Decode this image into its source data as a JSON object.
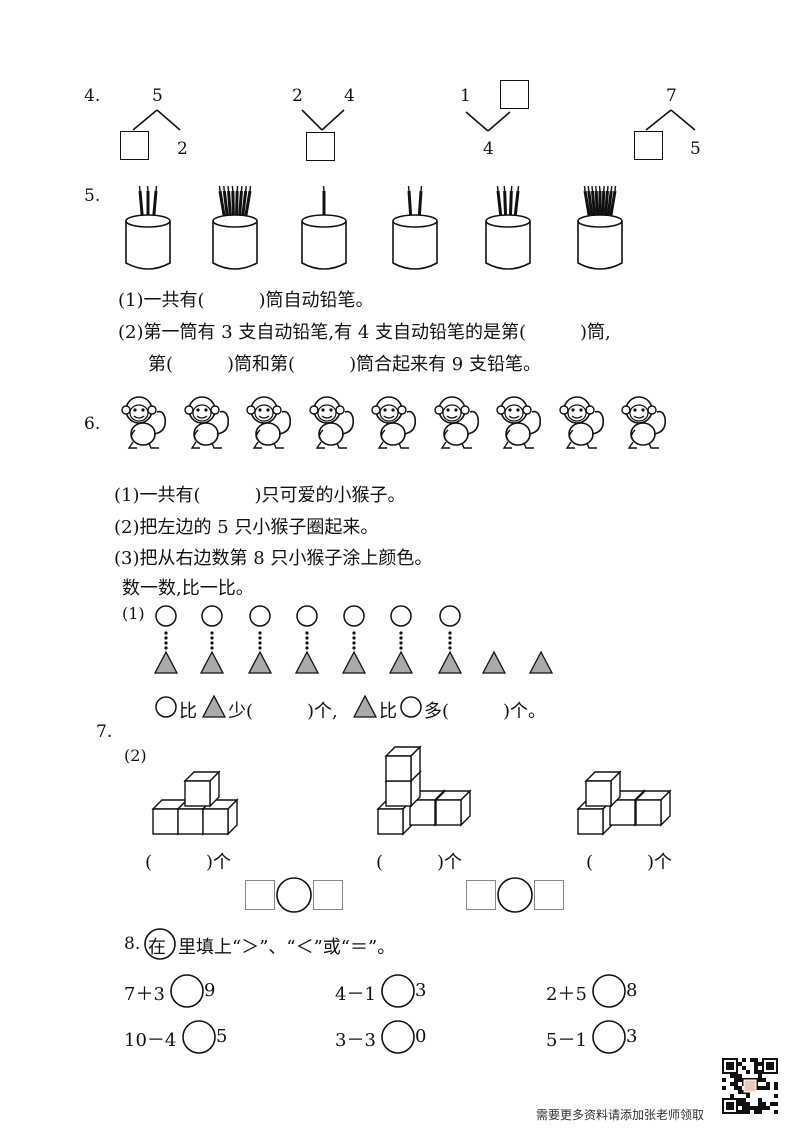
{
  "q4": {
    "number": "4.",
    "trees": [
      {
        "top": "5",
        "left": "",
        "right": "2"
      },
      {
        "top_left": "2",
        "top_right": "4",
        "bottom": ""
      },
      {
        "top_left": "1",
        "top_right": "",
        "bottom": "4"
      },
      {
        "top": "7",
        "left": "",
        "right": "5"
      }
    ]
  },
  "q5": {
    "number": "5.",
    "cup_pencil_counts": [
      3,
      8,
      1,
      2,
      4,
      9
    ],
    "line1": "(1)一共有(　　　)筒自动铅笔。",
    "line2": "(2)第一筒有 3 支自动铅笔,有 4 支自动铅笔的是第(　　　)筒,",
    "line3": "第(　　　)筒和第(　　　)筒合起来有 9 支铅笔。"
  },
  "q6": {
    "number": "6.",
    "monkey_count": 9,
    "line1": "(1)一共有(　　　)只可爱的小猴子。",
    "line2": "(2)把左边的 5 只小猴子圈起来。",
    "line3": "(3)把从右边数第 8 只小猴子涂上颜色。",
    "line4": "数一数,比一比。",
    "sub1_label": "(1)",
    "circle_count": 7,
    "triangle_count": 9,
    "compare_part1": "比",
    "compare_part2": "少(　　　)个,",
    "compare_part3": "比",
    "compare_part4": "多(　　　)个。"
  },
  "q7": {
    "number": "7.",
    "sub2_label": "(2)",
    "ge1": "(　　　)个",
    "ge2": "(　　　)个",
    "ge3": "(　　　)个"
  },
  "q8": {
    "number": "8.",
    "instruction_pre": "在",
    "instruction_post": "里填上“＞”、“＜”或“＝”。",
    "exprs": [
      {
        "left": "7＋3",
        "right": "9"
      },
      {
        "left": "4－1",
        "right": "3"
      },
      {
        "left": "2＋5",
        "right": "8"
      },
      {
        "left": "10－4",
        "right": "5"
      },
      {
        "left": "3－3",
        "right": "0"
      },
      {
        "left": "5－1",
        "right": "3"
      }
    ]
  },
  "footer": {
    "text": "需要更多资料请添加张老师领取"
  }
}
